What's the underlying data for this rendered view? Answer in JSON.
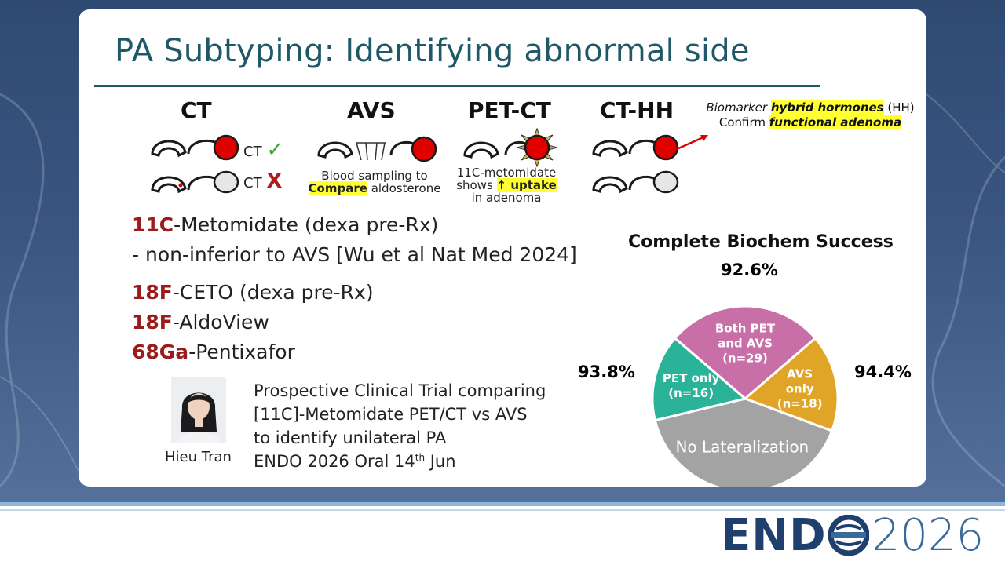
{
  "slide": {
    "title": "PA Subtyping: Identifying abnormal side"
  },
  "modalities": {
    "ct": {
      "heading": "CT",
      "row1_label": "CT",
      "row1_mark": "✓",
      "row2_label": "CT",
      "row2_mark": "X"
    },
    "avs": {
      "heading": "AVS",
      "note_line1": "Blood sampling to",
      "note_highlight": "Compare",
      "note_rest": " aldosterone"
    },
    "petct": {
      "heading": "PET-CT",
      "note_line1": "11C-metomidate",
      "note_prefix": "shows ",
      "note_highlight": "↑ uptake",
      "note_line3": "in adenoma"
    },
    "cthh": {
      "heading": "CT-HH",
      "bio_prefix": "Biomarker ",
      "bio_highlight": "hybrid hormones",
      "bio_paren": " (HH)",
      "confirm_prefix": "Confirm ",
      "confirm_highlight": "functional adenoma"
    }
  },
  "tracers": [
    {
      "isotope": "11C",
      "rest": "-Metomidate (dexa pre-Rx)"
    },
    {
      "isotope": "",
      "rest": " - non-inferior to AVS [Wu et al Nat Med 2024]"
    },
    {
      "isotope": "18F",
      "rest": "-CETO (dexa pre-Rx)"
    },
    {
      "isotope": "18F",
      "rest": "-AldoView"
    },
    {
      "isotope": "68Ga",
      "rest": "-Pentixafor"
    }
  ],
  "presenter": {
    "name": "Hieu Tran"
  },
  "trial": {
    "line1": "Prospective Clinical Trial comparing",
    "line2": "[11C]-Metomidate PET/CT vs AVS",
    "line3": "to identify unilateral PA",
    "line4_prefix": "ENDO 2026 Oral 14",
    "line4_sup": "th",
    "line4_suffix": " Jun"
  },
  "chart_data": {
    "type": "pie",
    "title": "Complete Biochem Success",
    "slices": [
      {
        "label_line1": "Both PET",
        "label_line2": "and AVS",
        "label_line3": "(n=29)",
        "value": 29,
        "color": "#c86fa8",
        "success": "92.6%",
        "success_color": "#c86fa8"
      },
      {
        "label_line1": "AVS",
        "label_line2": "only",
        "label_line3": "(n=18)",
        "value": 18,
        "color": "#e0a526",
        "success": "94.4%",
        "success_color": "#e0a526"
      },
      {
        "label_line1": "No Lateralization",
        "label_line2": "",
        "label_line3": "",
        "value": 43,
        "color": "#a3a3a3",
        "success": "",
        "success_color": ""
      },
      {
        "label_line1": "PET only",
        "label_line2": "(n=16)",
        "label_line3": "",
        "value": 16,
        "color": "#2bb39a",
        "success": "93.8%",
        "success_color": "#2bb39a"
      }
    ]
  },
  "logo": {
    "endo": "END",
    "year": "2026"
  },
  "colors": {
    "title": "#1f5866",
    "isotope": "#9b1c1c",
    "highlight": "#ffff33",
    "adenoma": "#e00000",
    "check": "#3aa63a",
    "cross": "#b01c1c"
  }
}
